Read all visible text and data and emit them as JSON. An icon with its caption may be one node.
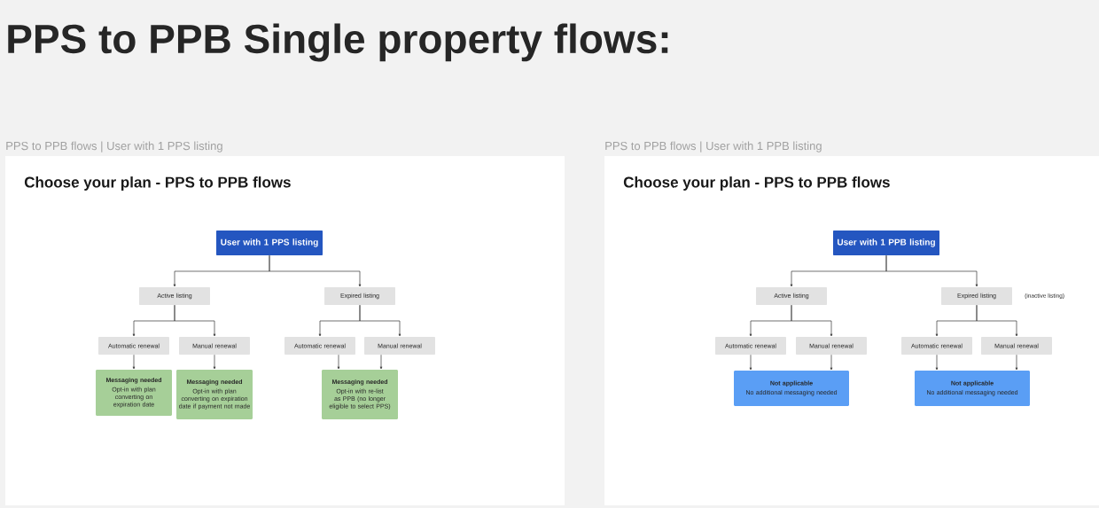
{
  "diagram": {
    "title": "PPS to PPB Single property flows:",
    "nodes": [
      {
        "text": [
          "PPS to PPB flows | User with 1 PPS listing",
          "Choose your plan - PPS to PPB flows"
        ]
      },
      {
        "text": [
          "User with 1 PPS listing"
        ],
        "in": 0
      },
      {
        "text": [
          "Active listing"
        ],
        "in": 0
      },
      {
        "text": [
          "Expired listing"
        ],
        "in": 0
      },
      {
        "text": [
          "Automatic renewal"
        ],
        "in": 0
      },
      {
        "text": [
          "Manual renewal"
        ],
        "in": 0
      },
      {
        "text": [
          "Automatic renewal"
        ],
        "in": 0
      },
      {
        "text": [
          "Manual renewal"
        ],
        "in": 0
      },
      {
        "text": [
          "Messaging needed",
          "Opt-in with plan converting on expiration date"
        ],
        "in": 0
      },
      {
        "text": [
          "Messaging needed",
          "Opt-in with plan converting on expiration date if payment not made"
        ],
        "in": 0
      },
      {
        "text": [
          "Messaging needed",
          "Opt-in with re-list as PPB (no longer eligible to select PPS)"
        ],
        "in": 0
      },
      {
        "text": [
          "PPS to PPB flows | User with 1 PPB listing",
          "Choose your plan - PPS to PPB flows"
        ]
      },
      {
        "text": [
          "User with 1 PPB listing"
        ],
        "in": 11
      },
      {
        "text": [
          "Active listing"
        ],
        "in": 11
      },
      {
        "text": [
          "Expired listing"
        ],
        "in": 11,
        "beside": [
          "(inactive listing)"
        ]
      },
      {
        "text": [
          "Automatic renewal"
        ],
        "in": 11
      },
      {
        "text": [
          "Manual renewal"
        ],
        "in": 11
      },
      {
        "text": [
          "Automatic renewal"
        ],
        "in": 11
      },
      {
        "text": [
          "Manual renewal"
        ],
        "in": 11
      },
      {
        "text": [
          "Not applicable",
          "No additional messaging needed"
        ],
        "in": 11
      },
      {
        "text": [
          "Not applicable",
          "No additional messaging needed"
        ],
        "in": 11
      }
    ],
    "edges": [
      {
        "from": 1,
        "to": 2,
        "arrow": "to"
      },
      {
        "from": 1,
        "to": 3,
        "arrow": "to"
      },
      {
        "from": 2,
        "to": 4,
        "arrow": "to"
      },
      {
        "from": 2,
        "to": 5,
        "arrow": "to"
      },
      {
        "from": 3,
        "to": 6,
        "arrow": "to"
      },
      {
        "from": 3,
        "to": 7,
        "arrow": "to"
      },
      {
        "from": 4,
        "to": 8,
        "arrow": "to"
      },
      {
        "from": 5,
        "to": 9,
        "arrow": "to"
      },
      {
        "from": 6,
        "to": 10,
        "arrow": "to"
      },
      {
        "from": 7,
        "to": 10,
        "arrow": "to"
      },
      {
        "from": 12,
        "to": 13,
        "arrow": "to"
      },
      {
        "from": 12,
        "to": 14,
        "arrow": "to"
      },
      {
        "from": 13,
        "to": 15,
        "arrow": "to"
      },
      {
        "from": 13,
        "to": 16,
        "arrow": "to"
      },
      {
        "from": 14,
        "to": 17,
        "arrow": "to"
      },
      {
        "from": 14,
        "to": 18,
        "arrow": "to"
      },
      {
        "from": 15,
        "to": 19,
        "arrow": "to"
      },
      {
        "from": 16,
        "to": 19,
        "arrow": "to"
      },
      {
        "from": 17,
        "to": 20,
        "arrow": "to"
      },
      {
        "from": 18,
        "to": 20,
        "arrow": "to"
      }
    ]
  }
}
